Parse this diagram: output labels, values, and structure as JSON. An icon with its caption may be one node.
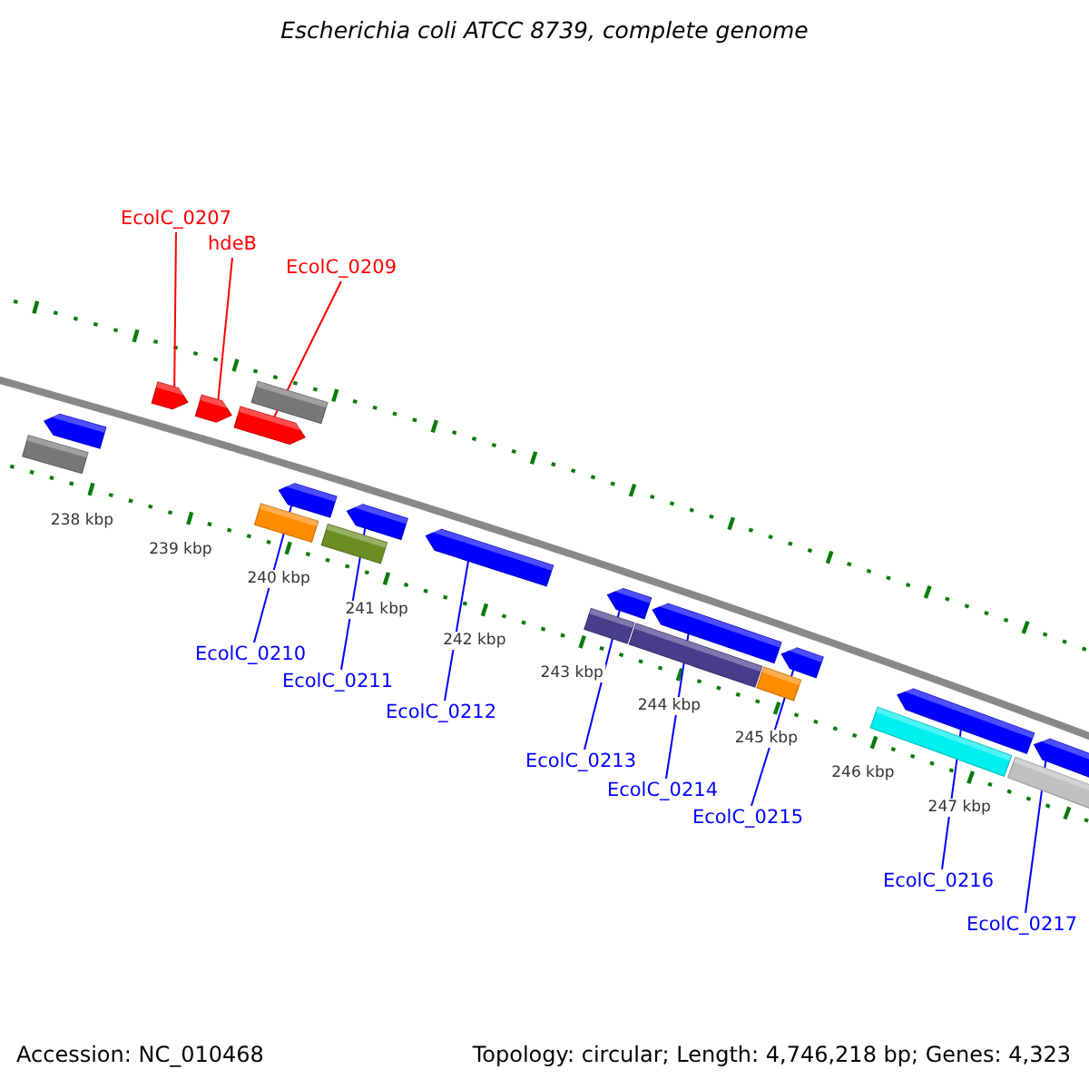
{
  "diagram": {
    "title": "Escherichia coli ATCC 8739, complete genome",
    "nodes": [
      {
        "text": [
          "EcolC_0207"
        ]
      },
      {
        "text": [
          "hdeB"
        ]
      },
      {
        "text": [
          "EcolC_0209"
        ]
      },
      {
        "text": [
          "EcolC_0210"
        ]
      },
      {
        "text": [
          "EcolC_0211"
        ]
      },
      {
        "text": [
          "EcolC_0212"
        ]
      },
      {
        "text": [
          "EcolC_0213"
        ]
      },
      {
        "text": [
          "EcolC_0214"
        ]
      },
      {
        "text": [
          "EcolC_0215"
        ]
      },
      {
        "text": [
          "EcolC_0216"
        ]
      },
      {
        "text": [
          "EcolC_0217"
        ]
      },
      {
        "text": [],
        "shape": "bar"
      },
      {
        "text": [],
        "shape": "bar"
      },
      {
        "text": [],
        "shape": "bar"
      },
      {
        "text": [],
        "shape": "bar"
      },
      {
        "text": [],
        "shape": "bar"
      },
      {
        "text": [],
        "shape": "bar"
      },
      {
        "text": [],
        "shape": "bar"
      },
      {
        "text": [],
        "shape": "bar"
      },
      {
        "text": [],
        "shape": "bar"
      },
      {
        "text": [],
        "shape": "bar"
      },
      {
        "text": [],
        "shape": "bar"
      },
      {
        "text": [],
        "shape": "bar"
      },
      {
        "text": [],
        "shape": "bar"
      },
      {
        "text": [],
        "shape": "bar"
      },
      {
        "text": [],
        "shape": "bar"
      },
      {
        "text": [],
        "shape": "bar"
      },
      {
        "text": [],
        "shape": "bar"
      },
      {
        "text": [],
        "shape": "bar"
      },
      {
        "text": [],
        "shape": "bar"
      },
      {
        "text": [],
        "shape": "bar"
      },
      {
        "text": [],
        "shape": "bar"
      }
    ],
    "edges": [
      {
        "from": 0,
        "to": 13,
        "arrow": "none",
        "color": "#ff0000"
      },
      {
        "from": 1,
        "to": 14,
        "arrow": "none",
        "color": "#ff0000"
      },
      {
        "from": 2,
        "to": 15,
        "arrow": "none",
        "color": "#ff0000"
      },
      {
        "from": 3,
        "to": 18,
        "arrow": "none"
      },
      {
        "from": 4,
        "to": 20,
        "arrow": "none"
      },
      {
        "from": 5,
        "to": 21,
        "arrow": "none"
      },
      {
        "from": 6,
        "to": 23,
        "arrow": "none"
      },
      {
        "from": 7,
        "to": 25,
        "arrow": "none"
      },
      {
        "from": 8,
        "to": 27,
        "arrow": "none"
      },
      {
        "from": 9,
        "to": 29,
        "arrow": "none"
      },
      {
        "from": 10,
        "to": 31,
        "arrow": "none"
      }
    ],
    "labels": [
      "238 kbp",
      "239 kbp",
      "240 kbp",
      "241 kbp",
      "242 kbp",
      "243 kbp",
      "244 kbp",
      "245 kbp",
      "246 kbp",
      "247 kbp",
      "Accession: NC_010468",
      "Topology: circular; Length: 4,746,218 bp; Genes: 4,323"
    ]
  }
}
